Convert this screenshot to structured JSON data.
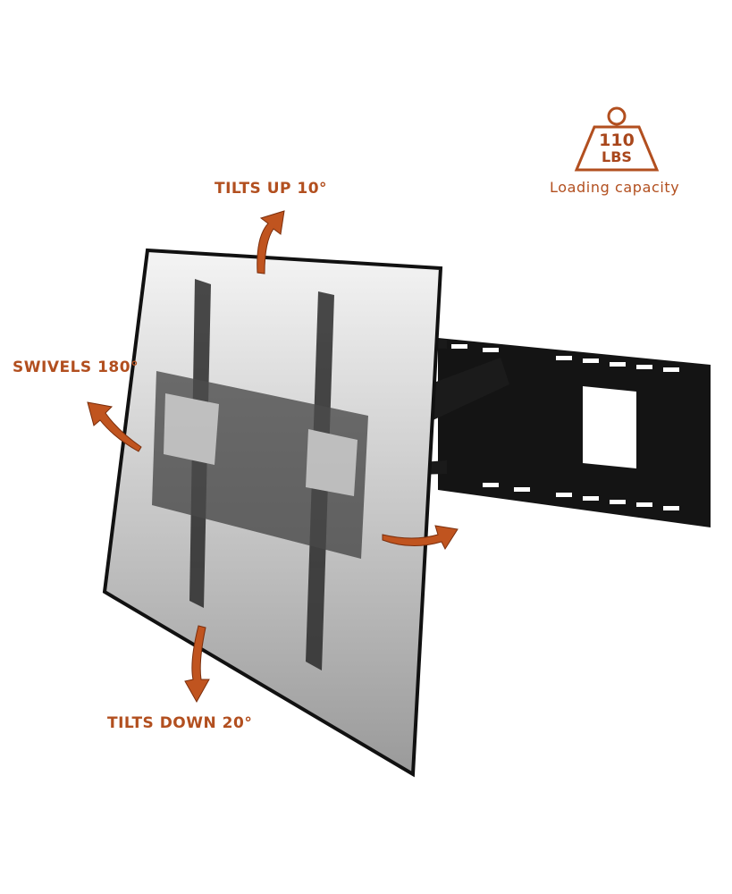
{
  "capacity": {
    "value": "110",
    "unit": "LBS",
    "caption": "Loading capacity",
    "icon": "weight-icon"
  },
  "features": {
    "tilt_up": "TILTS UP 10°",
    "swivel": "SWIVELS 180°",
    "tilt_down": "TILTS DOWN 20°"
  },
  "colors": {
    "accent": "#b24f1f",
    "mount": "#111111"
  }
}
